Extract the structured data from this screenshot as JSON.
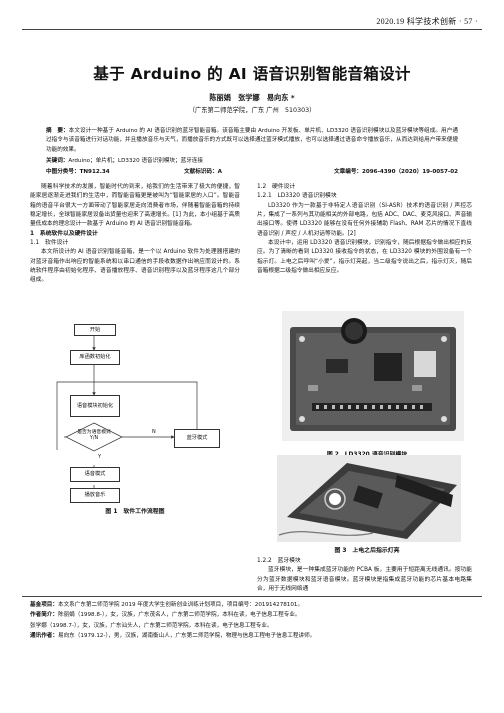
{
  "header": {
    "journal": "2020.19 科学技术创新 · 57 ·"
  },
  "title": "基于 Arduino 的 AI 语音识别智能音箱设计",
  "authors": "陈丽娟　张学娜　易向东 *",
  "affiliation": "（广东第二师范学院，广东 广州　510303）",
  "abstract": {
    "label": "摘　要：",
    "text": "本文设计一种基于 Arduino 的 AI 语音识别的蓝牙智能音箱。该音箱主要由 Arduino 开发板、单片机、LD3320 语音识别模块以及蓝牙模块等组成。用户通过指令与该音箱进行对话功能，并且播放音乐与天气，而播放音乐的方式既可以选择通过蓝牙模式播放，也可以选择通过语音命令播放音乐，从而达到给用户带来便捷功能的效果。"
  },
  "keywords": {
    "label": "关键词：",
    "text": "Arduino；单片机；LD3320 语音识别模块；蓝牙连接"
  },
  "classification": {
    "clc": "中图分类号：TN912.34",
    "doc": "文献标识码：A",
    "article": "文章编号：2096-4390（2020）19-0057-02"
  },
  "left_col": {
    "p1": "随着科学技术的发展，智能时代的到来，给我们的生活带来了极大的便捷，智能家居逐渐走进我们的生活中，而智能音箱更是被叫为“智能家居的入口”。智能音箱的语音平台很大一方面带动了智能家居走向消费者市场，伴随着智能音箱的持续稳定增长，全球智能家居设备出货量也迎来了高速增长。[1] 为此，本小组基于高质量低成本的理念设计一款基于 Arduino 的 AI 语音识别智能音箱。",
    "h1": "1　系统软件以及硬件设计",
    "h11": "1.1　软件设计",
    "p2": "本文所设计的 AI 语音识别智能音箱，是一个以 Arduino 软件为处理器搭建的对蓝牙音箱作出响应的智能系统和以串口通信的手段收数据作出响应而设计的。系统软件程序由初始化程序、语音播放程序、语音识别程序以及蓝牙程序这几个部分组成。"
  },
  "flowchart": {
    "start": "开始",
    "init": "库函数初始化",
    "voice_init": "语音模块初始化",
    "decision": "是否为语音模式",
    "decision_sub": "Y/N",
    "bt": "蓝牙模式",
    "mode": "语音模式",
    "play": "播放音乐",
    "y": "Y",
    "n": "N",
    "caption": "图 1　软件工作流程图"
  },
  "right_col": {
    "h12": "1.2　硬件设计",
    "h121": "1.2.1　LD3320 语音识别模块",
    "p1": "LD3320 作为一款基于非特定人语音识别（SI-ASR）技术的语音识别 / 声控芯片，集成了一系列与其功能相关的外部电路，包括 ADC、DAC、麦克风接口、声音输出接口等。使得 LD3320 能够在没有任何外接辅助 Flash、RAM 芯片的情况下直线语音识别 / 声控 / 人机对话等功能。[2]",
    "p2": "本设计中，运用 LD3320 语音识别模块，识别指令，随后根据指令做出相应的反应。为了清晰的看到 LD3320 接收指令的状态，在 LD3320 模块的外围设备有一个指示灯。上电之后呼叫“小爱”，指示灯亮起，当二级指令说出之后，指示灯灭，随后音箱根据二级指令做出相应反应。",
    "fig2_caption": "图 2　LD3320 语音识别模块",
    "fig3_caption": "图 3　上电之后指示灯亮",
    "h122": "1.2.2　蓝牙模块",
    "p3": "蓝牙模块，是一种集成蓝牙功能的 PCBA 板，主要用于短距离无线通讯。按功能分为蓝牙数据模块和蓝牙语音模块。蓝牙模块是指集成蓝牙功能的芯片基本电路集合，用于无线网络通"
  },
  "footnote": {
    "fund_label": "基金项目：",
    "fund": "本文系广东第二师范学院 2019 年度大学生创新创业训练计划项目，项目编号：201914278101。",
    "author_label": "作者简介：",
    "author1": "陈丽娟（1998.8-），女，汉族，广东茂名人，广东第二师范学院，本科在读，电子信息工程专业。",
    "author2": "张学娜（1998.7-），女，汉族，广东汕头人，广东第二师范学院，本科在读，电子信息工程专业。",
    "corr_label": "通讯作者：",
    "corr": "易向东（1979.12-），男，汉族，湖南衡山人，广东第二师范学院，物理与信息工程电子信息工程讲师。"
  }
}
